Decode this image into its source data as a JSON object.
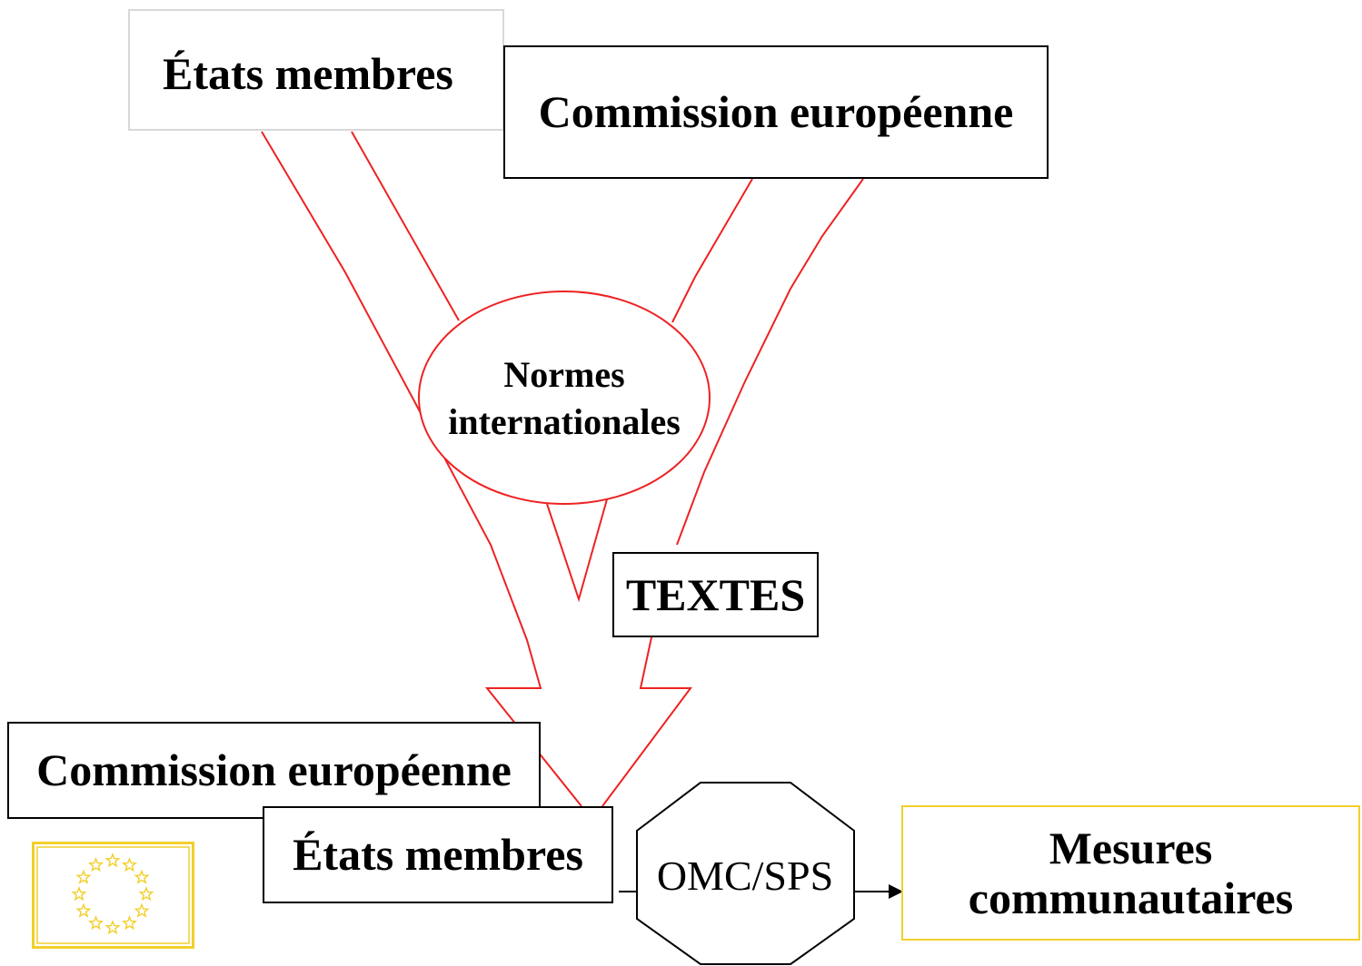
{
  "nodes": {
    "top_etats": "États membres",
    "top_commission": "Commission européenne",
    "normes_line1": "Normes",
    "normes_line2": "internationales",
    "textes": "TEXTES",
    "bottom_commission": "Commission européenne",
    "bottom_etats": "États membres",
    "omc_sps": "OMC/SPS",
    "mesures_line1": "Mesures",
    "mesures_line2": "communautaires"
  },
  "flag_icon": "eu-flag-icon",
  "colors": {
    "flow_line": "#ee2222",
    "mesures_border": "#f2cf2a",
    "flag_yellow": "#f2cf2a"
  }
}
